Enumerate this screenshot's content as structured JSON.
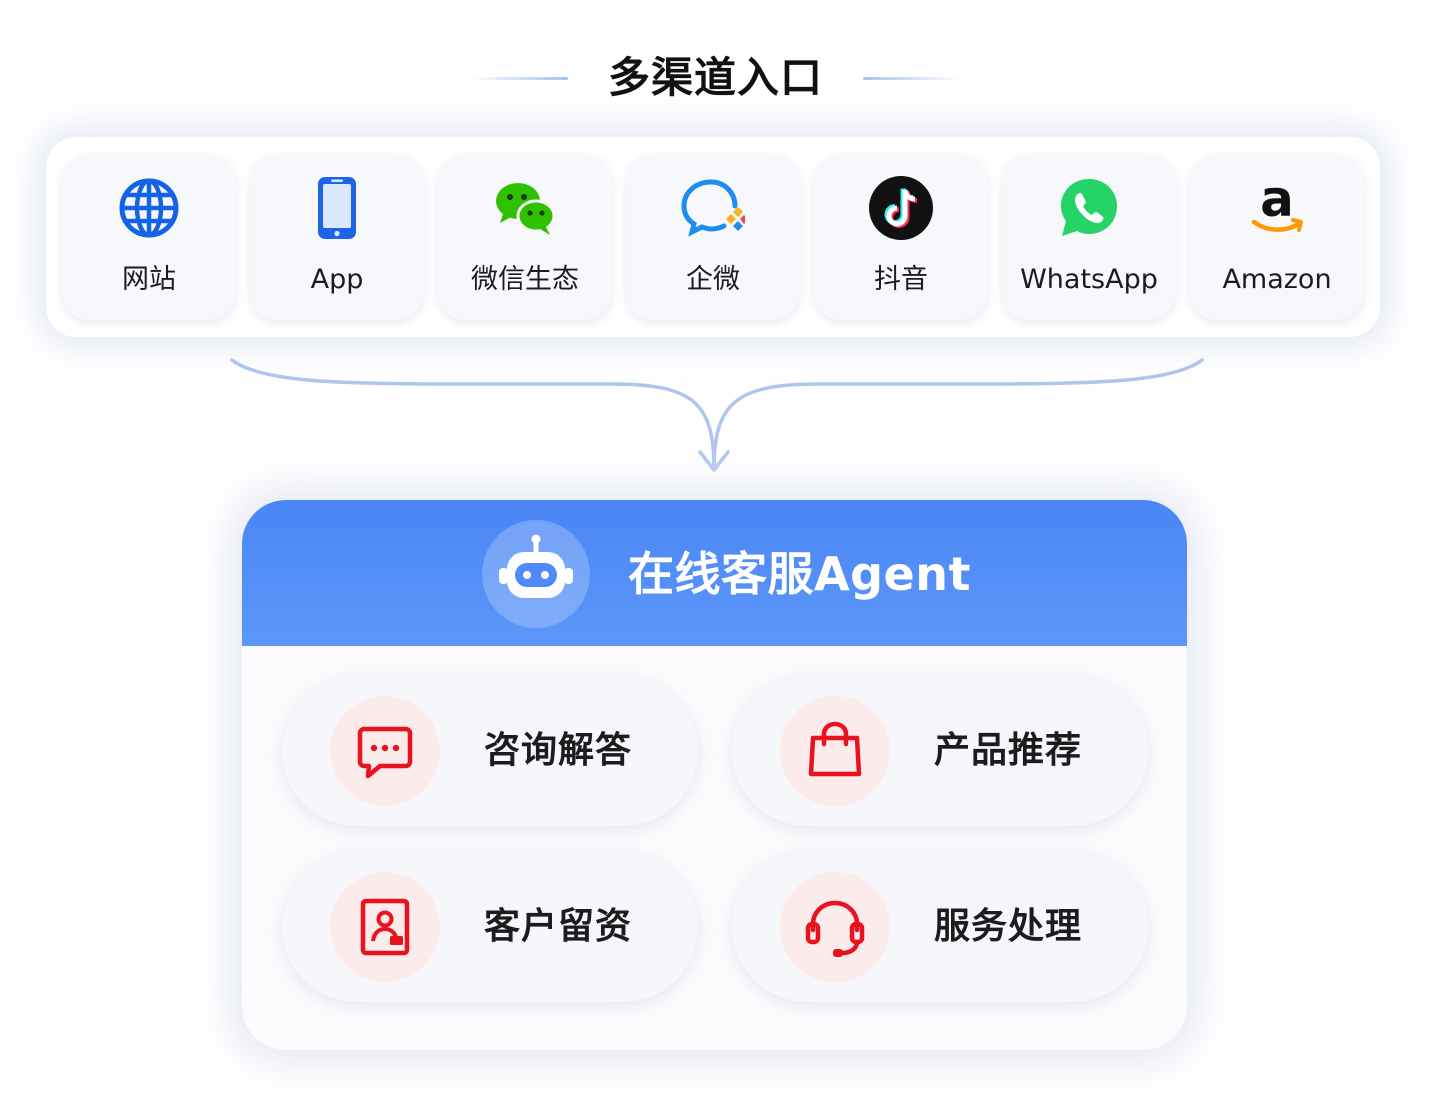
{
  "section_title": "多渠道入口",
  "channels": [
    {
      "label": "网站",
      "icon": "globe-icon"
    },
    {
      "label": "App",
      "icon": "smartphone-icon"
    },
    {
      "label": "微信生态",
      "icon": "wechat-icon"
    },
    {
      "label": "企微",
      "icon": "wecom-icon"
    },
    {
      "label": "抖音",
      "icon": "douyin-icon"
    },
    {
      "label": "WhatsApp",
      "icon": "whatsapp-icon"
    },
    {
      "label": "Amazon",
      "icon": "amazon-icon"
    }
  ],
  "agent": {
    "title": "在线客服Agent",
    "icon": "robot-icon",
    "features": [
      {
        "label": "咨询解答",
        "icon": "chat-bubble-icon"
      },
      {
        "label": "产品推荐",
        "icon": "shopping-bag-icon"
      },
      {
        "label": "客户留资",
        "icon": "contact-card-icon"
      },
      {
        "label": "服务处理",
        "icon": "headset-icon"
      }
    ]
  },
  "colors": {
    "accent_blue": "#4a86f5",
    "connector": "#a9c1ec",
    "feature_red": "#e8131f",
    "feature_bg": "#fcebeb",
    "wechat_green": "#2dc100",
    "whatsapp_green": "#25d366",
    "globe_blue": "#1463e6"
  }
}
